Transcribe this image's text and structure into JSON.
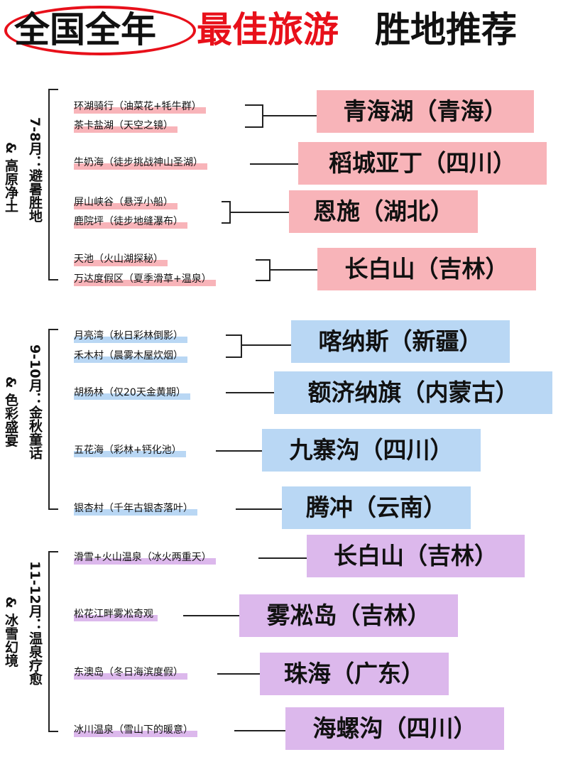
{
  "title": {
    "part1": "全国全年",
    "part2": "最佳旅游",
    "part3": "胜地推荐"
  },
  "sections": [
    {
      "season": "7-8月：避暑胜地",
      "theme": "& 高原净土",
      "items": [
        "环湖骑行（油菜花+牦牛群）",
        "茶卡盐湖（天空之镜）",
        "牛奶海（徒步挑战神山圣湖）",
        "屏山峡谷（悬浮小船）",
        "鹿院坪（徒步地缝瀑布）",
        "天池（火山湖探秘）",
        "万达度假区（夏季滑草+温泉）"
      ],
      "destinations": [
        "青海湖（青海）",
        "稻城亚丁（四川）",
        "恩施（湖北）",
        "长白山（吉林）"
      ]
    },
    {
      "season": "9-10月：金秋童话",
      "theme": "& 色彩盛宴",
      "items": [
        "月亮湾（秋日彩林倒影）",
        "禾木村（晨雾木屋炊烟）",
        "胡杨林（仅20天金黄期）",
        "五花海（彩林+钙化池）",
        "银杏村（千年古银杏落叶）"
      ],
      "destinations": [
        "喀纳斯（新疆）",
        "额济纳旗（内蒙古）",
        "九寨沟（四川）",
        "腾冲（云南）"
      ]
    },
    {
      "season": "11-12月：温泉疗愈",
      "theme": "& 冰雪幻境",
      "items": [
        "滑雪+火山温泉（冰火两重天）",
        "松花江畔雾凇奇观",
        "东澳岛（冬日海滨度假）",
        "冰川温泉（雪山下的暖意）"
      ],
      "destinations": [
        "长白山（吉林）",
        "雾凇岛（吉林）",
        "珠海（广东）",
        "海螺沟（四川）"
      ]
    }
  ],
  "colors": {
    "section1": "#f8b4b9",
    "section2": "#b9d7f4",
    "section3": "#dcb8ec",
    "title_red": "#e8101a"
  }
}
